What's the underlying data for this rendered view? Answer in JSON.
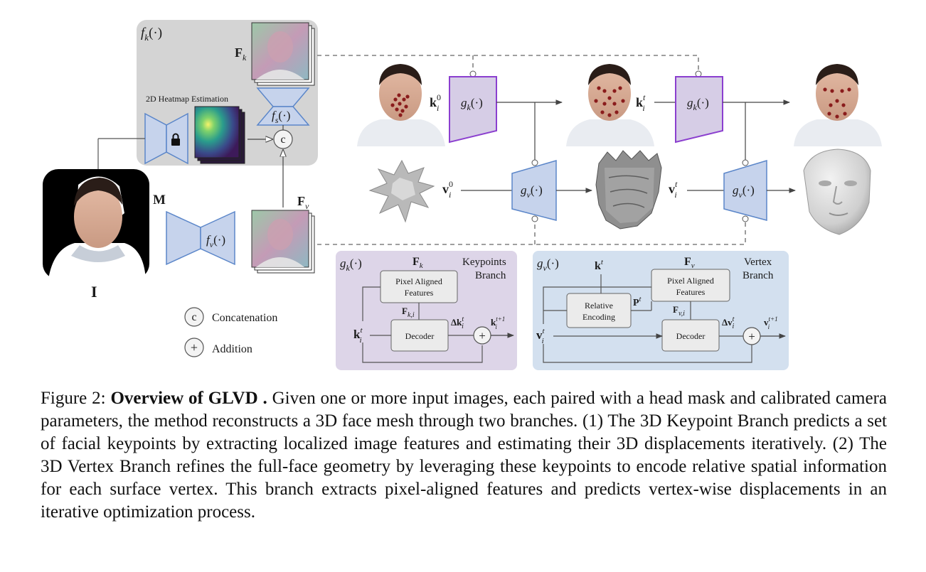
{
  "top": {
    "fk_label": "f",
    "fk_arg": "(·)",
    "Fk_main": "F",
    "Fk_sub": "k",
    "heatmap_label": "2D Heatmap Estimation",
    "fs_label": "f",
    "fs_sub": "s",
    "fs_arg": "(·)",
    "concat_symbol": "c",
    "Fv_main": "F",
    "Fv_sub": "v",
    "M_label": "M",
    "fv_label": "f",
    "fv_sub": "v",
    "fv_arg": "(·)",
    "I_label": "I"
  },
  "pipeline": {
    "k0_main": "k",
    "k0_sup": "0",
    "k0_sub": "i",
    "kt_main": "k",
    "kt_sup": "t",
    "kt_sub": "i",
    "gk_label": "g",
    "gk_sub": "k",
    "gk_arg": "(·)",
    "v0_main": "v",
    "v0_sup": "0",
    "v0_sub": "i",
    "vt_main": "v",
    "vt_sup": "t",
    "vt_sub": "i",
    "gv_label": "g",
    "gv_sub": "v",
    "gv_arg": "(·)"
  },
  "legend": {
    "concat_symbol": "c",
    "concat_label": "Concatenation",
    "add_symbol": "+",
    "add_label": "Addition"
  },
  "keypoints_branch": {
    "title_g": "g",
    "title_sub": "k",
    "title_arg": "(·)",
    "Fk_main": "F",
    "Fk_sub": "k",
    "branch_line1": "Keypoints",
    "branch_line2": "Branch",
    "pixel_line1": "Pixel Aligned",
    "pixel_line2": "Features",
    "fki_main": "F",
    "fki_sub": "k,i",
    "decoder": "Decoder",
    "delta_main": "Δk",
    "delta_sup": "t",
    "delta_sub": "i",
    "kti_main": "k",
    "kti_sup": "t",
    "kti_sub": "i",
    "out_main": "k",
    "out_sup": "t+1",
    "out_sub": "i"
  },
  "vertex_branch": {
    "title_g": "g",
    "title_sub": "v",
    "title_arg": "(·)",
    "kt_main": "k",
    "kt_sup": "t",
    "Fv_main": "F",
    "Fv_sub": "v",
    "branch_line1": "Vertex",
    "branch_line2": "Branch",
    "pixel_line1": "Pixel Aligned",
    "pixel_line2": "Features",
    "relative_line1": "Relative",
    "relative_line2": "Encoding",
    "Pt_main": "P",
    "Pt_sup": "t",
    "fvi_main": "F",
    "fvi_sub": "v,i",
    "decoder": "Decoder",
    "delta_main": "Δv",
    "delta_sup": "t",
    "delta_sub": "i",
    "vti_main": "v",
    "vti_sup": "t",
    "vti_sub": "i",
    "out_main": "v",
    "out_sup": "t+1",
    "out_sub": "i"
  },
  "caption": {
    "prefix": "Figure 2: ",
    "bold": "Overview of GLVD .",
    "body": " Given one or more input images, each paired with a head mask and calibrated camera parameters, the method reconstructs a 3D face mesh through two branches. (1) The 3D Keypoint Branch predicts a set of facial keypoints by extracting localized image features and estimating their 3D displacements iteratively. (2) The 3D Vertex Branch refines the full-face geometry by leveraging these keypoints to encode relative spatial information for each surface vertex. This branch extracts pixel-aligned features and predicts vertex-wise displacements in an iterative optimization process."
  },
  "colors": {
    "encoder_fill": "#c6d3ec",
    "encoder_stroke": "#5b86c9",
    "gk_fill": "#d6cde6",
    "gk_stroke": "#8b3fcf",
    "gray_panel": "#d4d4d4",
    "keypoints_panel": "#ddd5e8",
    "vertex_panel": "#d3e0ef",
    "keypoint_dot": "#8a1c1c"
  }
}
